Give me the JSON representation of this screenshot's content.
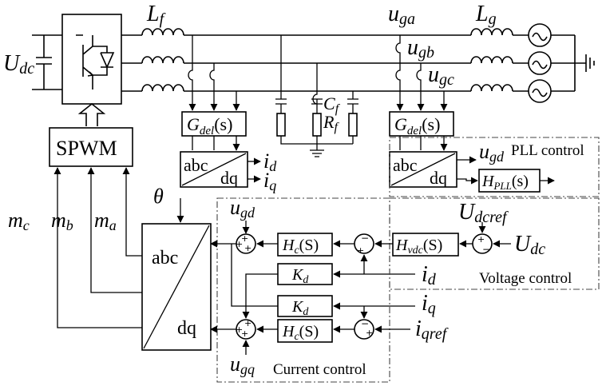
{
  "labels": {
    "Udc_left": "U",
    "Udc_left_sub": "dc",
    "Lf": "L",
    "Lf_sub": "f",
    "Lg": "L",
    "Lg_sub": "g",
    "uga": "u",
    "uga_sub": "ga",
    "ugb": "u",
    "ugb_sub": "gb",
    "ugc": "u",
    "ugc_sub": "gc",
    "Cf": "C",
    "Cf_sub": "f",
    "Rf": "R",
    "Rf_sub": "f",
    "spwm": "SPWM",
    "gdel1": "G",
    "gdel1_sub": "del",
    "gdel1_arg": "(s)",
    "gdel2": "G",
    "gdel2_sub": "del",
    "gdel2_arg": "(s)",
    "abc1": "abc",
    "dq1": "dq",
    "abc2": "abc",
    "dq2": "dq",
    "id1": "i",
    "id1_sub": "d",
    "iq1": "i",
    "iq1_sub": "q",
    "ugd_top": "u",
    "ugd_top_sub": "gd",
    "pll_label": "PLL control",
    "hpll": "H",
    "hpll_sub": "PLL",
    "hpll_arg": "(s)",
    "theta": "θ",
    "mc": "m",
    "mc_sub": "c",
    "mb": "m",
    "mb_sub": "b",
    "ma": "m",
    "ma_sub": "a",
    "abc3": "abc",
    "dq3": "dq",
    "ugd_cc": "u",
    "ugd_cc_sub": "gd",
    "hc_top": "H",
    "hc_top_sub": "c",
    "hc_top_arg": "(S)",
    "kd_top": "K",
    "kd_top_sub": "d",
    "kd_bot": "K",
    "kd_bot_sub": "d",
    "hc_bot": "H",
    "hc_bot_sub": "c",
    "hc_bot_arg": "(S)",
    "ugq": "u",
    "ugq_sub": "gq",
    "current_control": "Current control",
    "udcref": "U",
    "udcref_sub": "dcref",
    "hvdc": "H",
    "hvdc_sub": "vdc",
    "hvdc_arg": "(S)",
    "udc_right": "U",
    "udc_right_sub": "dc",
    "id2": "i",
    "id2_sub": "d",
    "iq2": "i",
    "iq2_sub": "q",
    "iqref": "i",
    "iqref_sub": "qref",
    "voltage_control": "Voltage control",
    "plus": "+",
    "minus": "−"
  }
}
